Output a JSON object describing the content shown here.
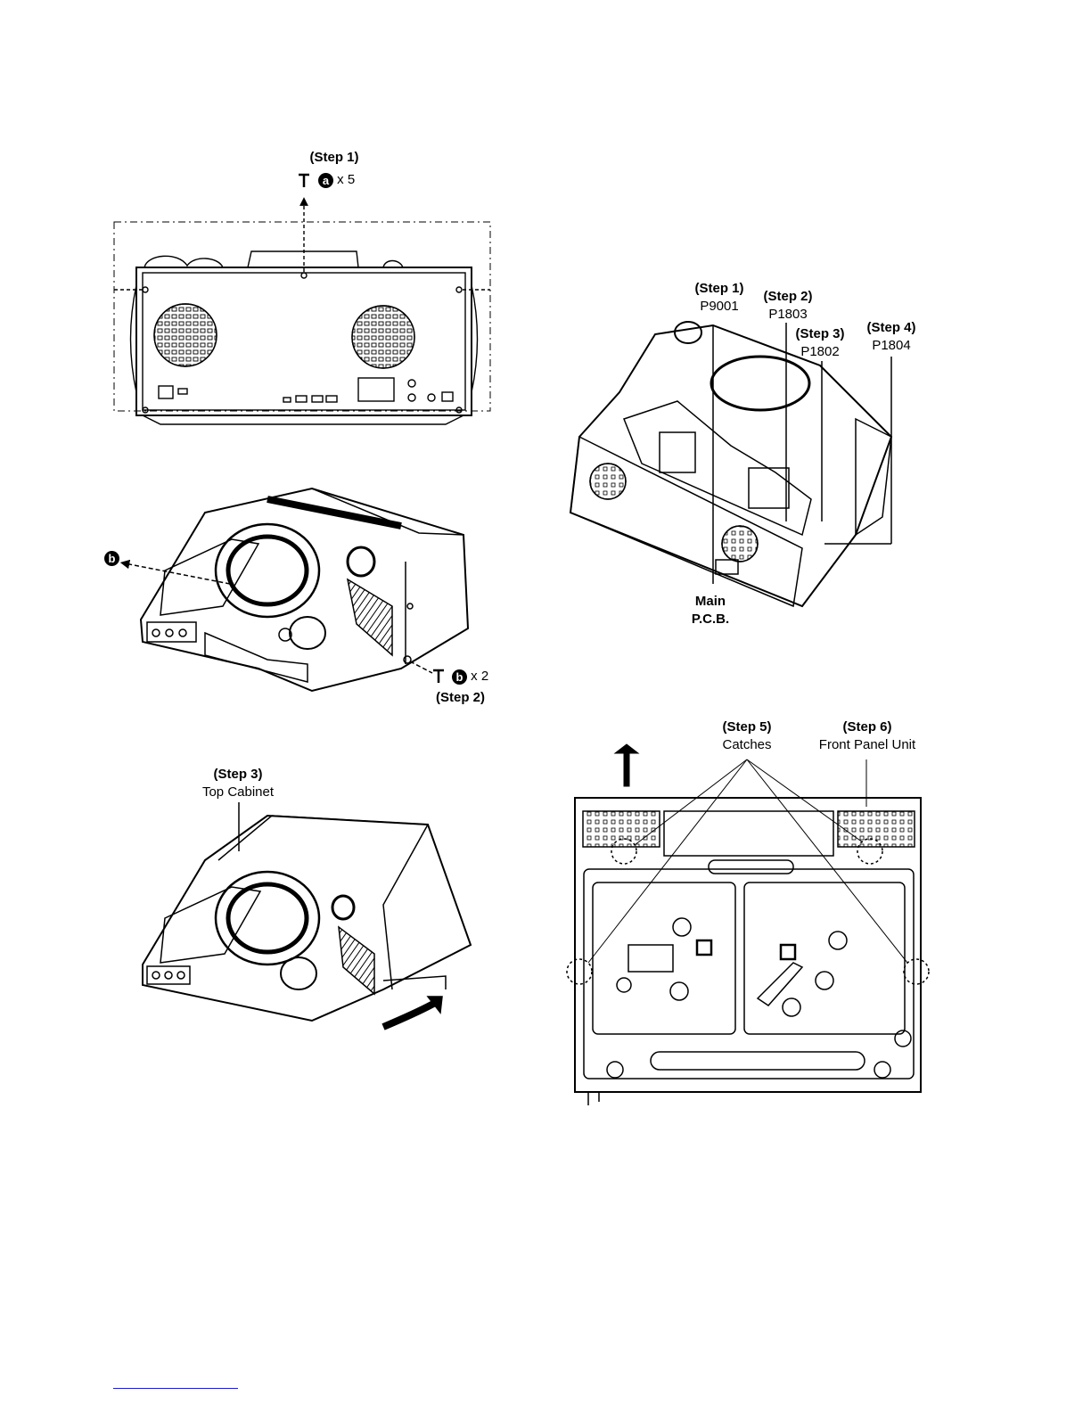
{
  "panel1": {
    "step": "(Step 1)",
    "screw_letter": "a",
    "screw_count": "x 5"
  },
  "panel2": {
    "pointer_letter": "b",
    "screw_letter": "b",
    "screw_count": "x 2",
    "step": "(Step 2)"
  },
  "panel3": {
    "step": "(Step 3)",
    "part": "Top Cabinet"
  },
  "panel4": {
    "step1": "(Step 1)",
    "conn1": "P9001",
    "step2": "(Step 2)",
    "conn2": "P1803",
    "step3": "(Step 3)",
    "conn3": "P1802",
    "step4": "(Step 4)",
    "conn4": "P1804",
    "board_line1": "Main",
    "board_line2": "P.C.B."
  },
  "panel5": {
    "step5": "(Step 5)",
    "part5": "Catches",
    "step6": "(Step 6)",
    "part6": "Front Panel Unit"
  },
  "colors": {
    "ink": "#000000",
    "footer_rule": "#1a1acc"
  }
}
